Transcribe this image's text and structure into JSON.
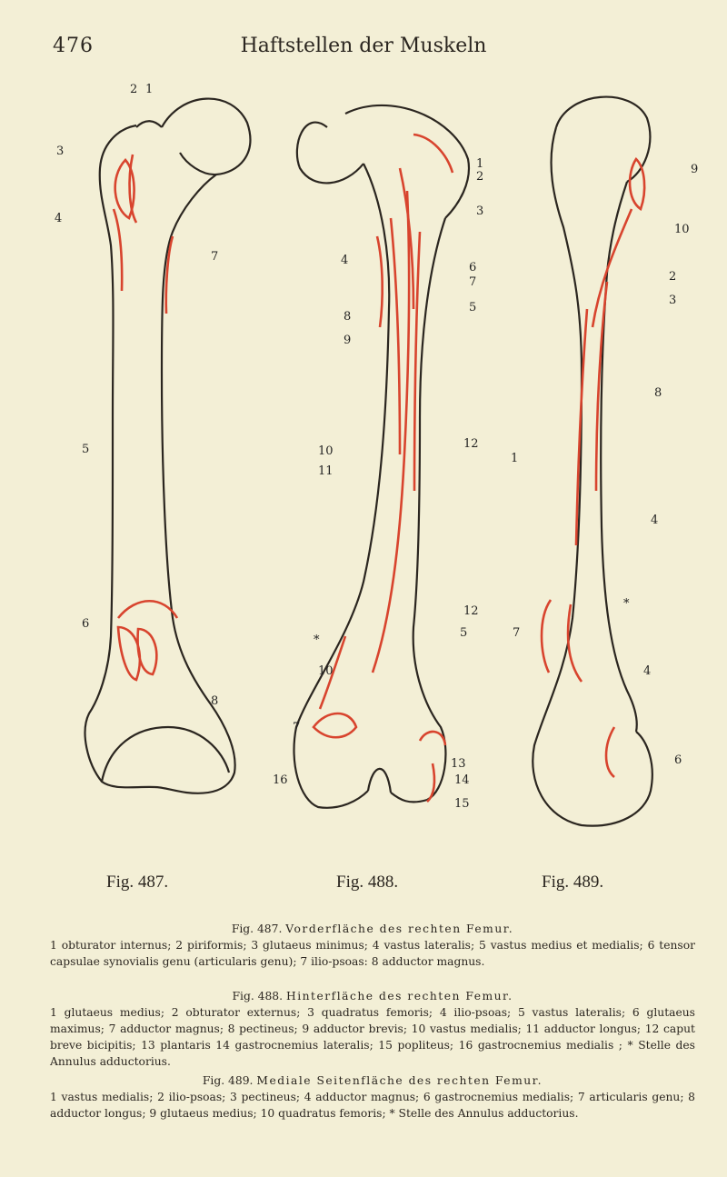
{
  "header": {
    "page_number": "476",
    "running_title": "Haftstellen der Muskeln"
  },
  "figure_labels": {
    "fig487": "Fig. 487.",
    "fig488": "Fig. 488.",
    "fig489": "Fig. 489."
  },
  "callouts": {
    "fig487": [
      "2",
      "1",
      "3",
      "4",
      "7",
      "5",
      "6",
      "8"
    ],
    "fig488": [
      "1",
      "2",
      "3",
      "4",
      "6",
      "7",
      "5",
      "8",
      "9",
      "12",
      "10",
      "11",
      "12",
      "5",
      "*",
      "10",
      "7",
      "13",
      "14",
      "16",
      "15"
    ],
    "fig489": [
      "9",
      "10",
      "2",
      "3",
      "8",
      "1",
      "4",
      "*",
      "7",
      "4",
      "6"
    ]
  },
  "captions": [
    {
      "title_prefix": "Fig. 487.",
      "title": "Vorderfläche des rechten Femur.",
      "body": "1 obturator internus; 2 piriformis; 3 glutaeus minimus; 4 vastus lateralis; 5 vastus medius et medialis; 6 tensor capsulae synovialis genu (articularis genu); 7 ilio-psoas: 8 adductor magnus."
    },
    {
      "title_prefix": "Fig. 488.",
      "title": "Hinterfläche des rechten Femur.",
      "body": "1 glutaeus medius; 2 obturator externus; 3 quadratus femoris; 4 ilio-psoas; 5 vastus lateralis; 6 glutaeus maximus; 7 adductor magnus; 8 pectineus; 9 adductor brevis; 10 vastus medialis; 11 adductor longus; 12 caput breve bicipitis; 13 plantaris 14 gastrocnemius lateralis; 15 popliteus; 16 gastrocnemius medialis ; * Stelle des Annulus adductorius."
    },
    {
      "title_prefix": "Fig. 489.",
      "title": "Mediale Seitenfläche des rechten Femur.",
      "body": "1 vastus medialis; 2 ilio-psoas; 3 pectineus; 4 adductor magnus; 6 gastrocnemius medialis; 7 articularis genu; 8 adductor longus; 9 glutaeus medius; 10 quadratus femoris; * Stelle des Annulus adductorius."
    }
  ],
  "colors": {
    "paper": "#f3efd6",
    "ink": "#2b2620",
    "muscle_line": "#d8442e"
  }
}
